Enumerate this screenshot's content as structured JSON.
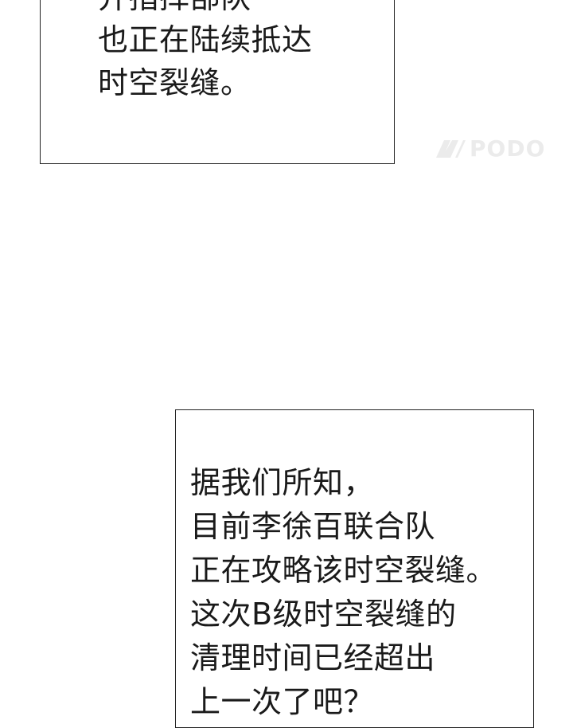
{
  "panel_top": {
    "lines": [
      "并指挥部队",
      "也正在陆续抵达",
      "时空裂缝。"
    ]
  },
  "panel_bottom": {
    "lines": [
      "据我们所知，",
      "目前李徐百联合队",
      "正在攻略该时空裂缝。",
      "这次B级时空裂缝的",
      "清理时间已经超出",
      "上一次了吧？"
    ]
  },
  "watermark": {
    "text": "PODO",
    "logo_icon": "podo-logo-icon"
  },
  "colors": {
    "background": "#ffffff",
    "text": "#1a1a1a",
    "border": "#222222",
    "watermark": "#ebebeb"
  }
}
